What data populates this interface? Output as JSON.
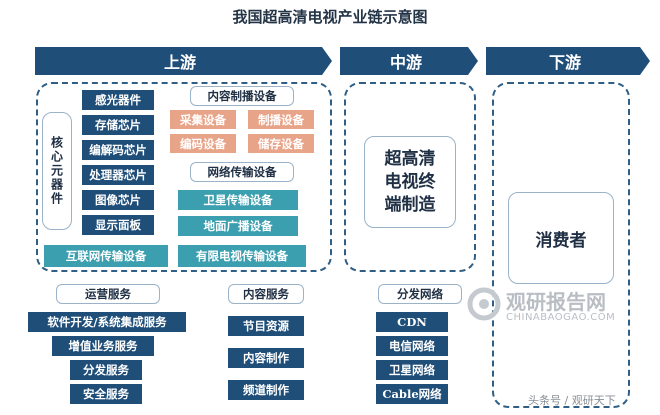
{
  "title": "我国超高清电视产业链示意图",
  "banners": {
    "upstream": "上游",
    "midstream": "中游",
    "downstream": "下游"
  },
  "upstream": {
    "core_label": "核心元器件",
    "core_items": [
      "感光器件",
      "存储芯片",
      "编解码芯片",
      "处理器芯片",
      "图像芯片",
      "显示面板"
    ],
    "internet_transmission": "互联网传输设备",
    "content_equipment": {
      "label": "内容制播设备",
      "items": [
        "采集设备",
        "制播设备",
        "编码设备",
        "储存设备"
      ]
    },
    "network_equipment": {
      "label": "网络传输设备",
      "items": [
        "卫星传输设备",
        "地面广播设备",
        "有限电视传输设备"
      ]
    },
    "operation_services": {
      "label": "运营服务",
      "items": [
        "软件开发/系统集成服务",
        "增值业务服务",
        "分发服务",
        "安全服务"
      ]
    },
    "content_services": {
      "label": "内容服务",
      "items": [
        "节目资源",
        "内容制作",
        "频道制作"
      ]
    }
  },
  "midstream": {
    "main": "超高清电视终端制造",
    "distribution": {
      "label": "分发网络",
      "items": [
        "CDN",
        "电信网络",
        "卫星网络",
        "Cable网络"
      ]
    }
  },
  "downstream": {
    "main": "消费者"
  },
  "watermark": {
    "brand": "观研报告网",
    "url": "CHINABAOGAO.COM",
    "credit": "头条号 / 观研天下"
  },
  "colors": {
    "banner": "#1f4e79",
    "navy": "#1f4e79",
    "peach": "#e8a489",
    "teal": "#3c9fb0",
    "dashed": "#2f5f86"
  }
}
